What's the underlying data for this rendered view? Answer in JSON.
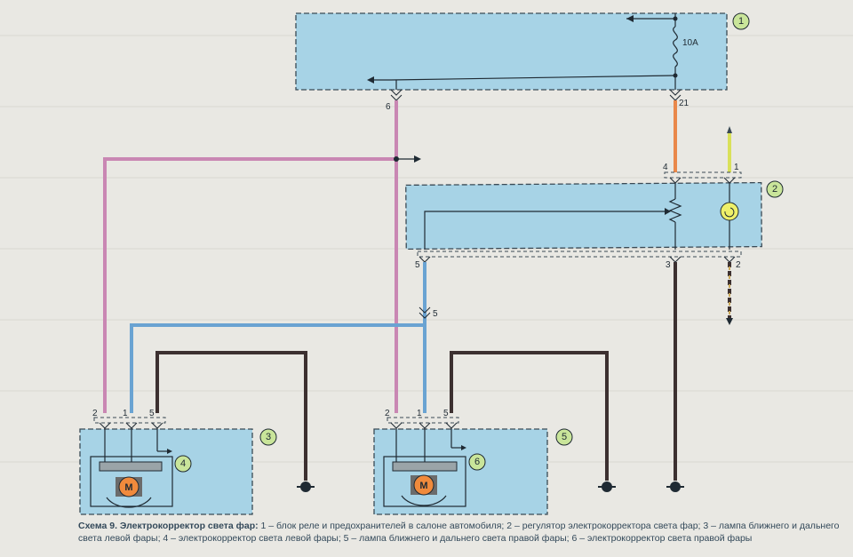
{
  "fuse": {
    "label": "10A"
  },
  "components": [
    {
      "id": "block-1",
      "number": "1"
    },
    {
      "id": "block-2",
      "number": "2"
    },
    {
      "id": "block-3",
      "number": "3"
    },
    {
      "id": "block-4",
      "number": "4"
    },
    {
      "id": "block-5",
      "number": "5"
    },
    {
      "id": "block-6",
      "number": "6"
    }
  ],
  "pins": {
    "b1_6": "6",
    "b1_21": "21",
    "b2_4": "4",
    "b2_1": "1",
    "b2_5": "5",
    "b2_3": "3",
    "b2_2": "2",
    "splice_5": "5",
    "b3_2": "2",
    "b3_1": "1",
    "b3_5": "5",
    "b5_2": "2",
    "b5_1": "1",
    "b5_5": "5"
  },
  "motor_label": "M",
  "caption": {
    "title": "Схема 9. Электрокорректор света фар:",
    "text": " 1 – блок реле и предохранителей в салоне автомобиля; 2 – регулятор электрокорректора света фар; 3 – лампа ближнего и дальнего света левой фары; 4 – электрокорректор света левой фары; 5 – лампа ближнего и дальнего света правой фары; 6 – электрокорректор света правой фары"
  },
  "colors": {
    "pink_wire": "#c987b3",
    "blue_wire": "#6aa3d2",
    "black_wire": "#3c3030",
    "orange_wire": "#e9884a",
    "yellow_wire": "#d9e05a",
    "block_fill": "#a7d3e6",
    "motor_fill": "#f08a3c",
    "number_badge": "#c9e59a"
  }
}
